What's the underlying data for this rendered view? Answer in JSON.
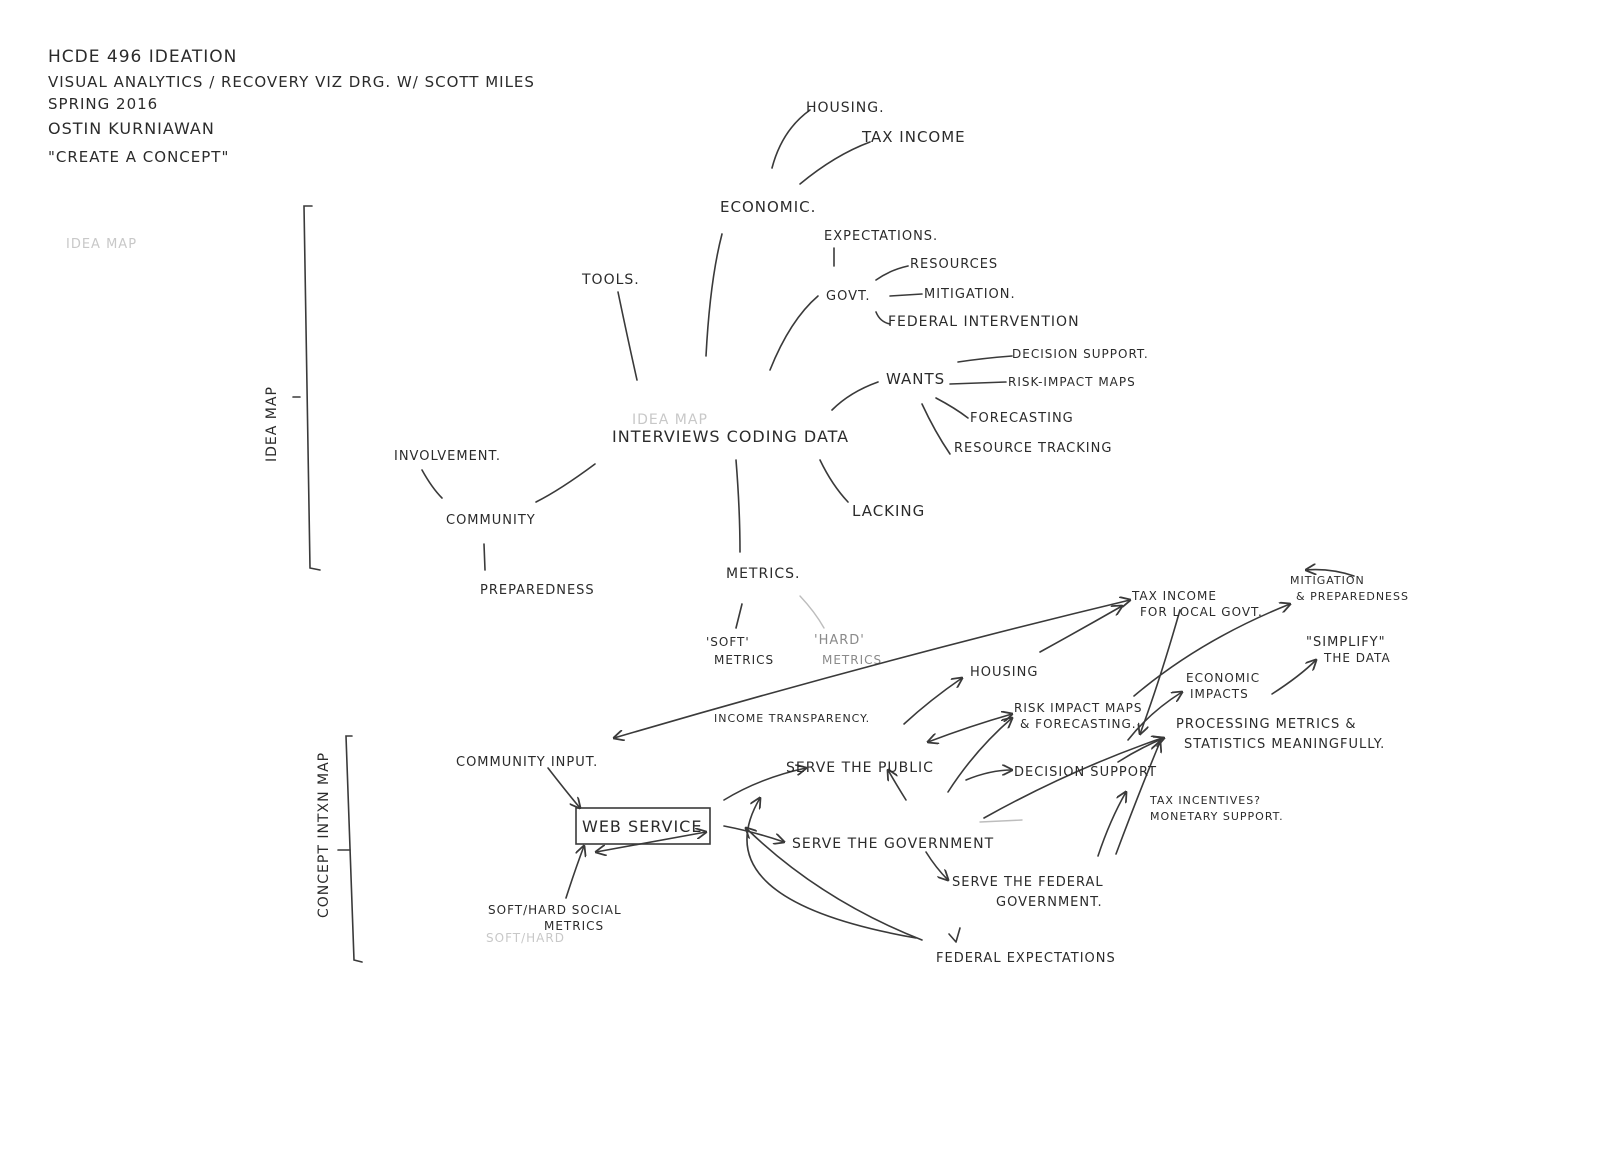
{
  "header": {
    "line1": "HCDE 496 IDEATION",
    "line2": "VISUAL ANALYTICS / RECOVERY VIZ DRG. W/ SCOTT MILES",
    "line3": "SPRING 2016",
    "line4": "OSTIN KURNIAWAN",
    "line5": "\"CREATE A CONCEPT\""
  },
  "faint_notes": {
    "idea_map_top": "IDEA MAP",
    "idea_map_center": "IDEA MAP",
    "soft_hard_echo": "SOFT/HARD"
  },
  "idea_map": {
    "section_label": "IDEA MAP",
    "center": "INTERVIEWS CODING DATA",
    "nodes": {
      "housing": "HOUSING.",
      "tax_income": "TAX INCOME",
      "economic": "ECONOMIC.",
      "expectations": "EXPECTATIONS.",
      "resources": "RESOURCES",
      "mitigation": "MITIGATION.",
      "govt": "GOVT.",
      "federal_intervention": "FEDERAL INTERVENTION",
      "tools": "TOOLS.",
      "wants": "WANTS",
      "decision_support": "DECISION SUPPORT.",
      "risk_impact_maps": "RISK-IMPACT MAPS",
      "forecasting": "FORECASTING",
      "resource_tracking": "RESOURCE TRACKING",
      "involvement": "INVOLVEMENT.",
      "community": "COMMUNITY",
      "preparedness": "PREPAREDNESS",
      "lacking": "LACKING",
      "metrics": "METRICS.",
      "soft_metrics": [
        "'SOFT'",
        "METRICS"
      ],
      "hard_metrics": [
        "'HARD'",
        "METRICS"
      ]
    }
  },
  "concept_map": {
    "section_label": "CONCEPT INTXN MAP",
    "nodes": {
      "tax_income_local": [
        "TAX INCOME",
        "FOR LOCAL GOVT."
      ],
      "mitigation_preparedness": [
        "MITIGATION",
        "& PREPAREDNESS"
      ],
      "simplify": [
        "\"SIMPLIFY\"",
        "THE DATA"
      ],
      "housing": "HOUSING",
      "income_transparency": "INCOME TRANSPARENCY.",
      "risk_impact_maps": [
        "RISK IMPACT MAPS",
        "& FORECASTING."
      ],
      "economic_impacts": [
        "ECONOMIC",
        "IMPACTS"
      ],
      "processing_metrics": [
        "PROCESSING METRICS &",
        "STATISTICS MEANINGFULLY."
      ],
      "community_input": "COMMUNITY INPUT.",
      "serve_public": "SERVE THE PUBLIC",
      "decision_support": "DECISION SUPPORT",
      "tax_incentives": [
        "TAX INCENTIVES?",
        "MONETARY SUPPORT."
      ],
      "web_service": "WEB SERVICE",
      "serve_government": "SERVE THE GOVERNMENT",
      "serve_federal": [
        "SERVE THE FEDERAL",
        "GOVERNMENT."
      ],
      "soft_hard_metrics": [
        "SOFT/HARD SOCIAL",
        "METRICS"
      ],
      "federal_expectations": "FEDERAL EXPECTATIONS"
    }
  }
}
